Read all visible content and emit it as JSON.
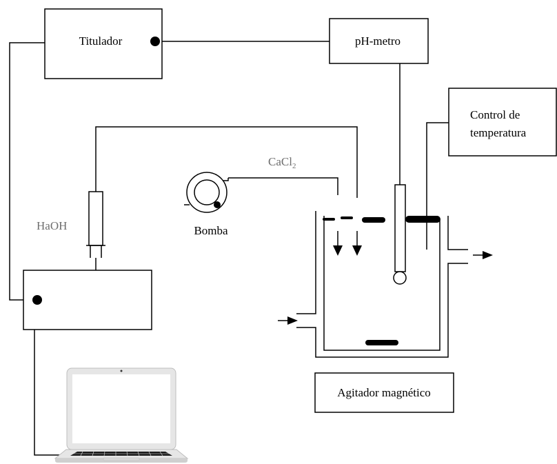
{
  "labels": {
    "titulador": "Titulador",
    "ph_metro": "pH-metro",
    "control_line1": "Control de",
    "control_line2": "temperatura",
    "cacl2_base": "CaCl",
    "cacl2_sub": "2",
    "bomba": "Bomba",
    "haoh": "HaOH",
    "agitador": "Agitador magnético"
  },
  "colors": {
    "line": "#000000",
    "reagent_text": "#6e6e6e",
    "laptop_body": "#e6e6e6",
    "laptop_keys": "#1a1a1a"
  }
}
